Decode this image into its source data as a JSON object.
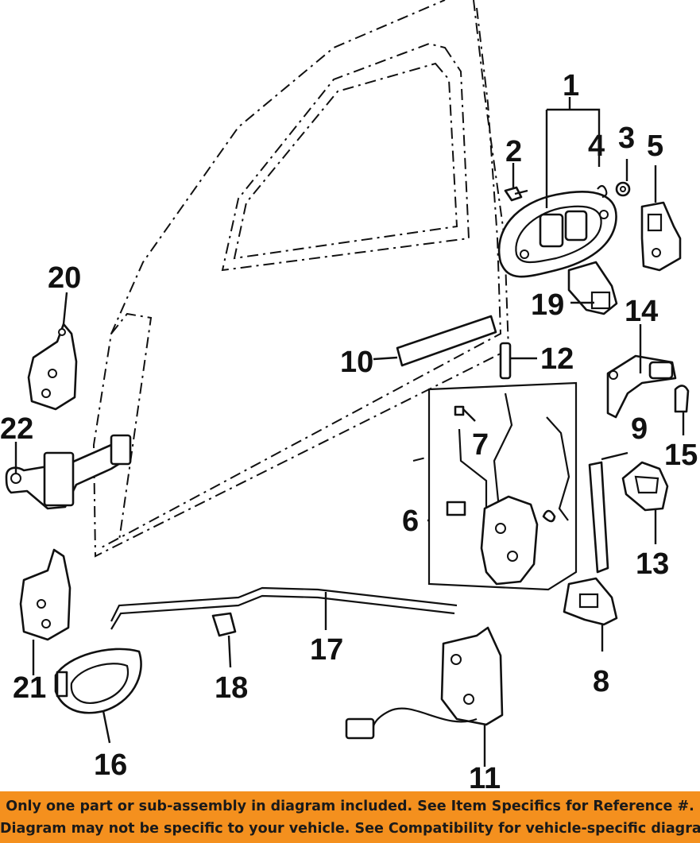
{
  "diagram": {
    "callouts": {
      "c1": "1",
      "c2": "2",
      "c3": "3",
      "c4": "4",
      "c5": "5",
      "c6": "6",
      "c7": "7",
      "c8": "8",
      "c9": "9",
      "c10": "10",
      "c11": "11",
      "c12": "12",
      "c13": "13",
      "c14": "14",
      "c15": "15",
      "c16": "16",
      "c17": "17",
      "c18": "18",
      "c19": "19",
      "c20": "20",
      "c21": "21",
      "c22": "22"
    }
  },
  "banner": {
    "line1": "Only one part or sub-assembly in diagram included. See Item Specifics for Reference #.",
    "line2": "Diagram may not be specific to your vehicle. See Compatibility for vehicle-specific diagrams.",
    "background": "#f4901e"
  }
}
